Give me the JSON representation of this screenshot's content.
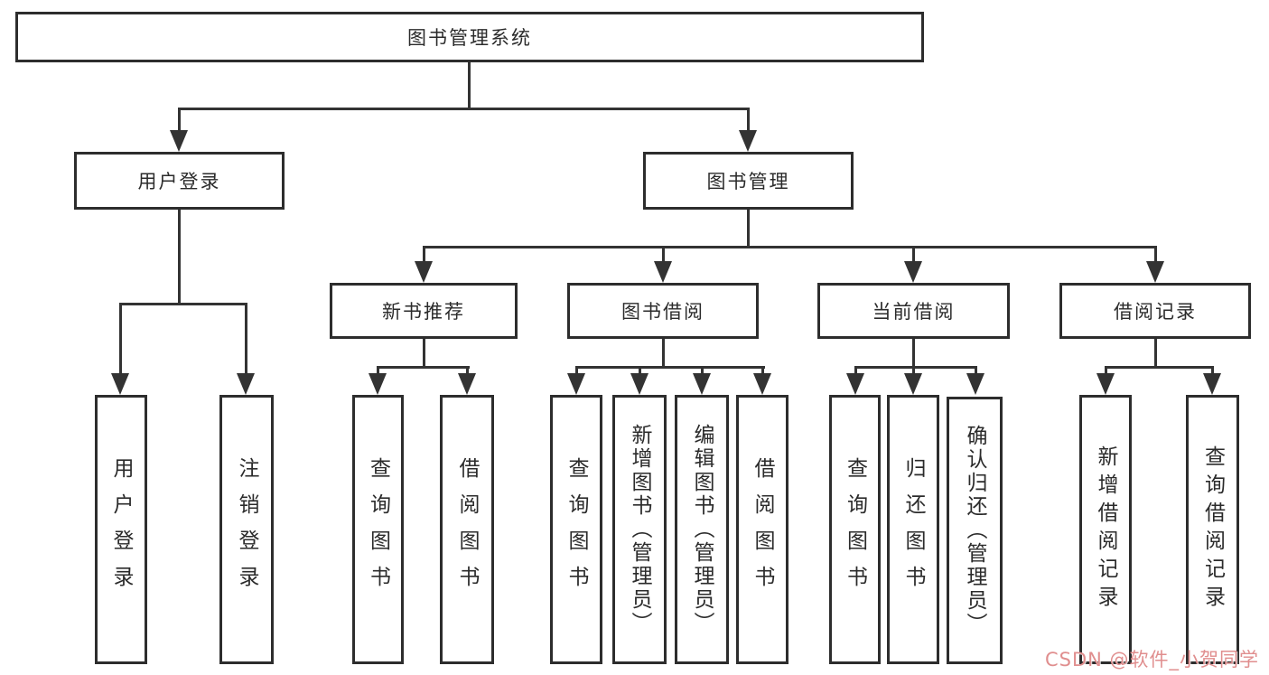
{
  "diagram": {
    "title": "图书管理系统",
    "level2": {
      "user_login": "用户登录",
      "book_mgmt": "图书管理"
    },
    "level3": {
      "new_book_rec": "新书推荐",
      "book_borrow": "图书借阅",
      "current_borrow": "当前借阅",
      "borrow_record": "借阅记录"
    },
    "leaves": {
      "user_login": "用户登录",
      "logout": "注销登录",
      "query_books_a": "查询图书",
      "borrow_books_a": "借阅图书",
      "query_books_b": "查询图书",
      "add_books_admin": "新增图书（管理员）",
      "edit_books_admin": "编辑图书（管理员）",
      "borrow_books_b": "借阅图书",
      "query_books_c": "查询图书",
      "return_books": "归还图书",
      "confirm_return_admin": "确认归还（管理员）",
      "add_borrow_record": "新增借阅记录",
      "query_borrow_record": "查询借阅记录"
    }
  },
  "watermark": {
    "text": "CSDN @软件_小贺同学"
  },
  "colors": {
    "line": "#333333",
    "box_border": "#2d2d2d",
    "text": "#2b2b2b",
    "background": "#ffffff",
    "watermark": "#e08e8e"
  }
}
